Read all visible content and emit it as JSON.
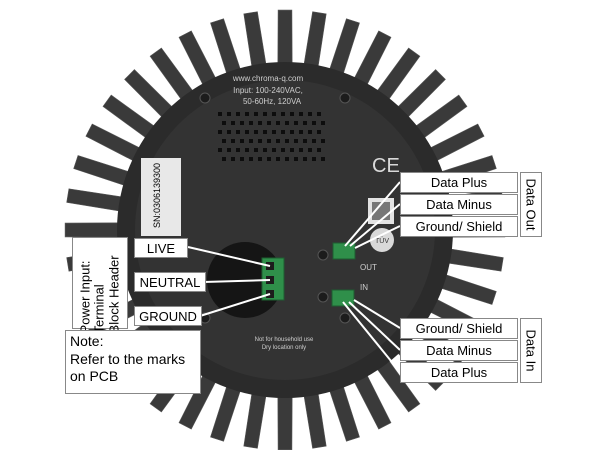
{
  "device_print": {
    "url": "www.chroma-q.com",
    "input_line1": "Input: 100-240VAC,",
    "input_line2": "50-60Hz, 120VA",
    "serial": "SN:0306139300",
    "ce_mark": "CE",
    "tuv_mark": "TÜV",
    "out_mark": "OUT",
    "in_mark": "IN",
    "household_line1": "Not for household use",
    "household_line2": "Dry location only"
  },
  "power_input": {
    "title_line1": "Power Input:",
    "title_line2": "Terminal",
    "title_line3": "Block Header",
    "live": "LIVE",
    "neutral": "NEUTRAL",
    "ground": "GROUND"
  },
  "note": {
    "line1": "Note:",
    "line2": "Refer to the marks",
    "line3": "on PCB"
  },
  "data_out": {
    "title": "Data Out",
    "plus": "Data Plus",
    "minus": "Data Minus",
    "shield": "Ground/ Shield"
  },
  "data_in": {
    "title": "Data In",
    "shield": "Ground/ Shield",
    "minus": "Data Minus",
    "plus": "Data Plus"
  },
  "colors": {
    "housing": "#2e2e2e",
    "fins": "#3a3a3a",
    "connector_green": "#2f8f4a",
    "leader_white": "#ffffff"
  }
}
